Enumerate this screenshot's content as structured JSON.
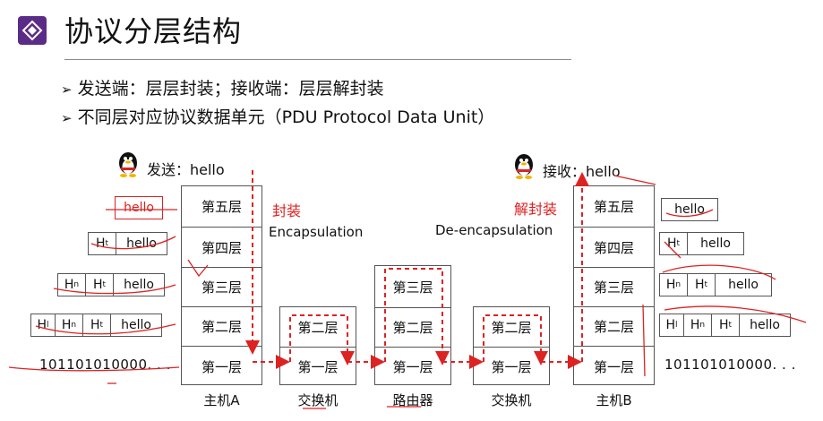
{
  "header": {
    "title": "协议分层结构",
    "logo_icon": "diamond-logo-icon",
    "accent_color": "#5b2c87"
  },
  "bullets": [
    "发送端：层层封装；接收端：层层解封装",
    "不同层对应协议数据单元（PDU Protocol Data Unit）"
  ],
  "sender": {
    "caption": "发送：hello"
  },
  "receiver": {
    "caption": "接收：hello"
  },
  "labels": {
    "encap_cn": "封装",
    "encap_en": "Encapsulation",
    "decap_cn": "解封装",
    "decap_en": "De-encapsulation"
  },
  "layers": [
    "第五层",
    "第四层",
    "第三层",
    "第二层",
    "第一层"
  ],
  "devices": [
    "主机A",
    "交换机",
    "路由器",
    "交换机",
    "主机B"
  ],
  "pdu": {
    "data": "hello",
    "ht": "H",
    "ht_sub": "t",
    "hn": "H",
    "hn_sub": "n",
    "hl": "H",
    "hl_sub": "l",
    "bits": "101101010000. . ."
  },
  "colors": {
    "annotation": "#dd2222"
  }
}
